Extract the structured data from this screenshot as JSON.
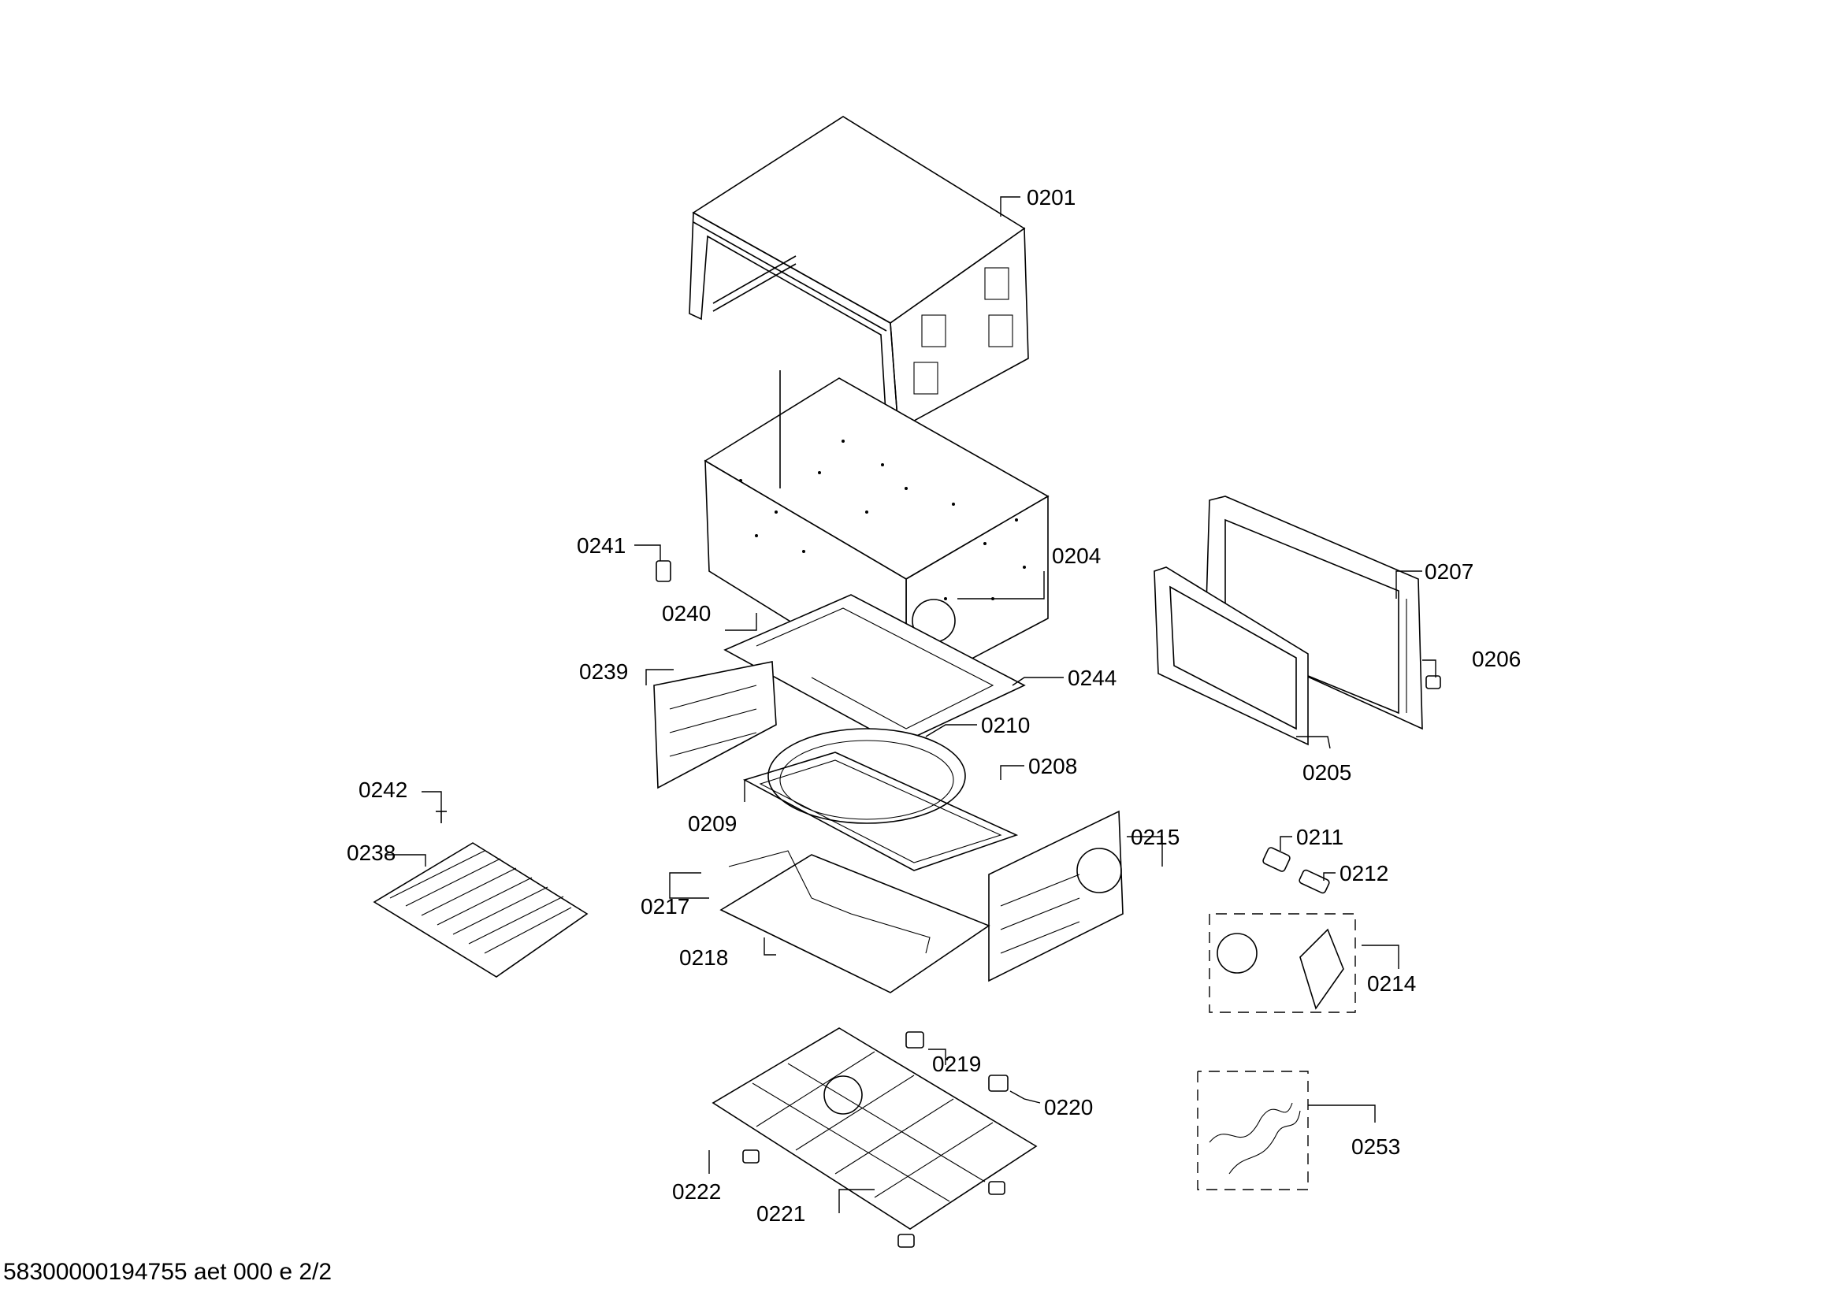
{
  "footer": "58300000194755 aet 000 e 2/2",
  "labels": {
    "p0201": "0201",
    "p0204": "0204",
    "p0205": "0205",
    "p0206": "0206",
    "p0207": "0207",
    "p0208": "0208",
    "p0209": "0209",
    "p0210": "0210",
    "p0211": "0211",
    "p0212": "0212",
    "p0214": "0214",
    "p0215": "0215",
    "p0217": "0217",
    "p0218": "0218",
    "p0219": "0219",
    "p0220": "0220",
    "p0221": "0221",
    "p0222": "0222",
    "p0238": "0238",
    "p0239": "0239",
    "p0240": "0240",
    "p0241": "0241",
    "p0242": "0242",
    "p0244": "0244",
    "p0253": "0253"
  }
}
